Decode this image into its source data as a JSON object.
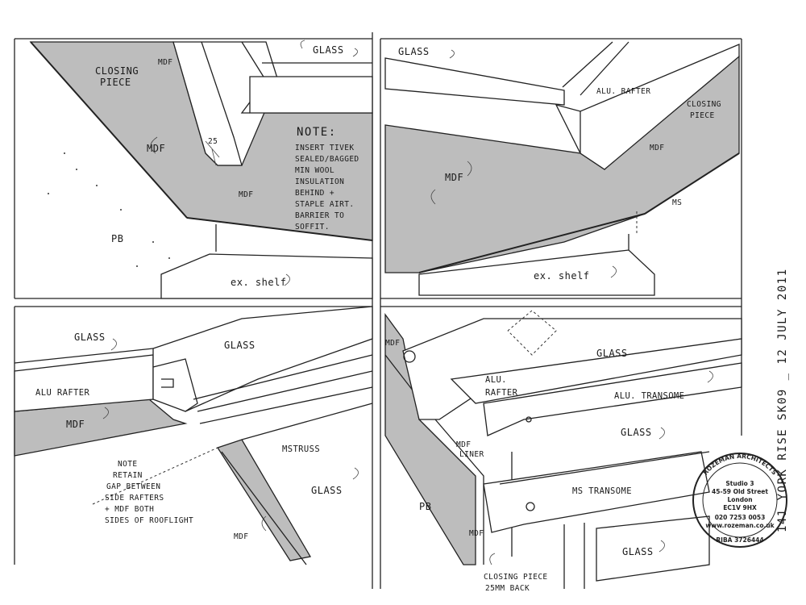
{
  "panels": {
    "top_left": {
      "closing_piece": [
        "CLOSING",
        "PIECE"
      ],
      "mdf_small": "MDF",
      "mdf_left": "MDF",
      "mdf_center": "MDF",
      "dim": "25",
      "glass": "GLASS",
      "note_title": "NOTE:",
      "note_lines": [
        "INSERT TIVEK",
        "SEALED/BAGGED",
        "MIN WOOL",
        "INSULATION",
        "BEHIND +",
        "STAPLE AIRT.",
        "BARRIER TO",
        "SOFFIT."
      ],
      "pb": "PB",
      "shelf": "ex. shelf"
    },
    "top_right": {
      "glass": "GLASS",
      "alu_rafter": "ALU. RAFTER",
      "closing_piece": [
        "CLOSING",
        "PIECE"
      ],
      "mdf_right": "MDF",
      "mdf_left": "MDF",
      "ms": "MS",
      "shelf": "ex. shelf"
    },
    "bottom_left": {
      "glass_left": "GLASS",
      "glass_right": "GLASS",
      "alu_rafter": "ALU RAFTER",
      "mdf": "MDF",
      "ms_truss": "MSTRUSS",
      "note_lines": [
        "NOTE",
        "RETAIN",
        "GAP BETWEEN",
        "SIDE RAFTERS",
        "+ MDF BOTH",
        "SIDES OF ROOFLIGHT"
      ],
      "glass_bottom": "GLASS",
      "mdf_bottom": "MDF"
    },
    "bottom_right": {
      "mdf": "MDF",
      "alu_rafter": [
        "ALU.",
        "RAFTER"
      ],
      "glass_top": "GLASS",
      "alu_transome": "ALU. TRANSOME",
      "glass_mid": "GLASS",
      "mdf_liner": [
        "MDF",
        "LINER"
      ],
      "pb": "PB",
      "ms_transome": "MS TRANSOME",
      "mdf_bottom": "MDF",
      "glass_bottom": "GLASS",
      "closing_bottom": [
        "CLOSING PIECE",
        "25MM BACK"
      ]
    }
  },
  "title_vertical": "141 YORK RISE SK09 _ 12 JULY 2011",
  "stamp": {
    "outer": "ROZEMAN ARCHITECTS",
    "lines": [
      "Studio 3",
      "45-59 Old Street",
      "London",
      "EC1V 9HX"
    ],
    "phone": "020 7253 0053",
    "web": "www.rozeman.co.uk",
    "riba": "RIBA 3726444"
  },
  "colors": {
    "fill": "#bdbdbd",
    "ink": "#222222"
  }
}
